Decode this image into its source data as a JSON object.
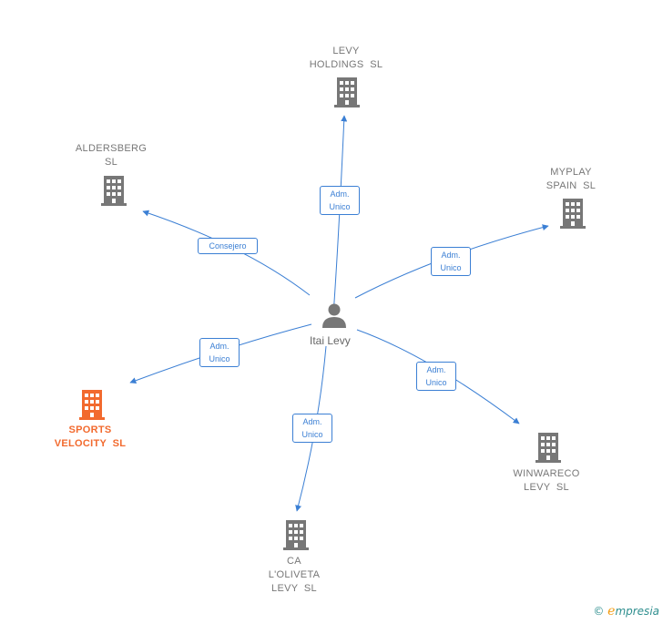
{
  "person": {
    "name": "Itai Levy",
    "icon": "person-icon"
  },
  "companies": [
    {
      "id": "levy-holdings",
      "label": "LEVY\nHOLDINGS  SL",
      "icon": "building-icon",
      "color": "#777777"
    },
    {
      "id": "aldersberg",
      "label": "ALDERSBERG\nSL",
      "icon": "building-icon",
      "color": "#777777"
    },
    {
      "id": "myplay-spain",
      "label": "MYPLAY\nSPAIN  SL",
      "icon": "building-icon",
      "color": "#777777"
    },
    {
      "id": "sports-velocity",
      "label": "SPORTS\nVELOCITY  SL",
      "icon": "building-icon",
      "color": "#f26a2e"
    },
    {
      "id": "winwareco-levy",
      "label": "WINWARECO\nLEVY  SL",
      "icon": "building-icon",
      "color": "#777777"
    },
    {
      "id": "ca-loliveta-levy",
      "label": "CA\nL'OLIVETA\nLEVY  SL",
      "icon": "building-icon",
      "color": "#777777"
    }
  ],
  "relations": [
    {
      "to": "levy-holdings",
      "label": "Adm.\nUnico"
    },
    {
      "to": "aldersberg",
      "label": "Consejero"
    },
    {
      "to": "myplay-spain",
      "label": "Adm.\nUnico"
    },
    {
      "to": "sports-velocity",
      "label": "Adm.\nUnico"
    },
    {
      "to": "winwareco-levy",
      "label": "Adm.\nUnico"
    },
    {
      "to": "ca-loliveta-levy",
      "label": "Adm.\nUnico"
    }
  ],
  "colors": {
    "edge": "#3b7fd4",
    "building": "#777777",
    "highlight": "#f26a2e"
  },
  "footer": {
    "copyright": "©",
    "brand_e": "e",
    "brand_rest": "mpresia"
  }
}
